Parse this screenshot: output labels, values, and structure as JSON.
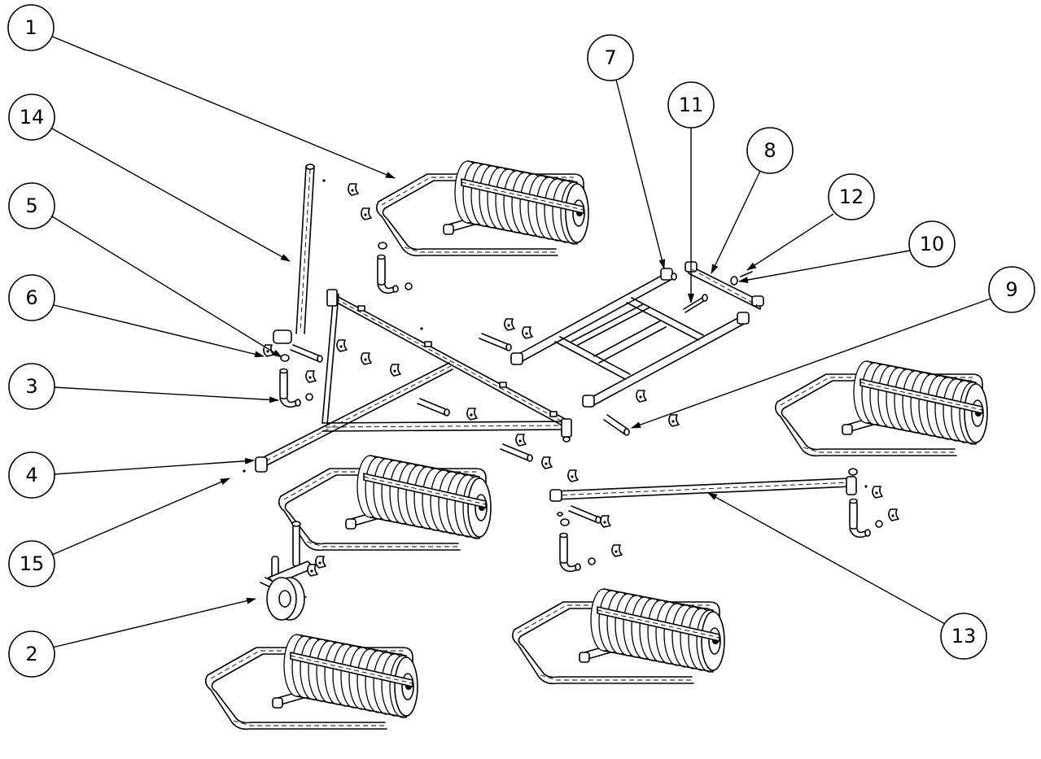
{
  "balloons": [
    {
      "label": "1"
    },
    {
      "label": "14"
    },
    {
      "label": "5"
    },
    {
      "label": "6"
    },
    {
      "label": "3"
    },
    {
      "label": "4"
    },
    {
      "label": "15"
    },
    {
      "label": "2"
    },
    {
      "label": "7"
    },
    {
      "label": "11"
    },
    {
      "label": "8"
    },
    {
      "label": "12"
    },
    {
      "label": "10"
    },
    {
      "label": "9"
    },
    {
      "label": "13"
    }
  ],
  "colors": {
    "line": "#000000",
    "background": "#ffffff"
  }
}
